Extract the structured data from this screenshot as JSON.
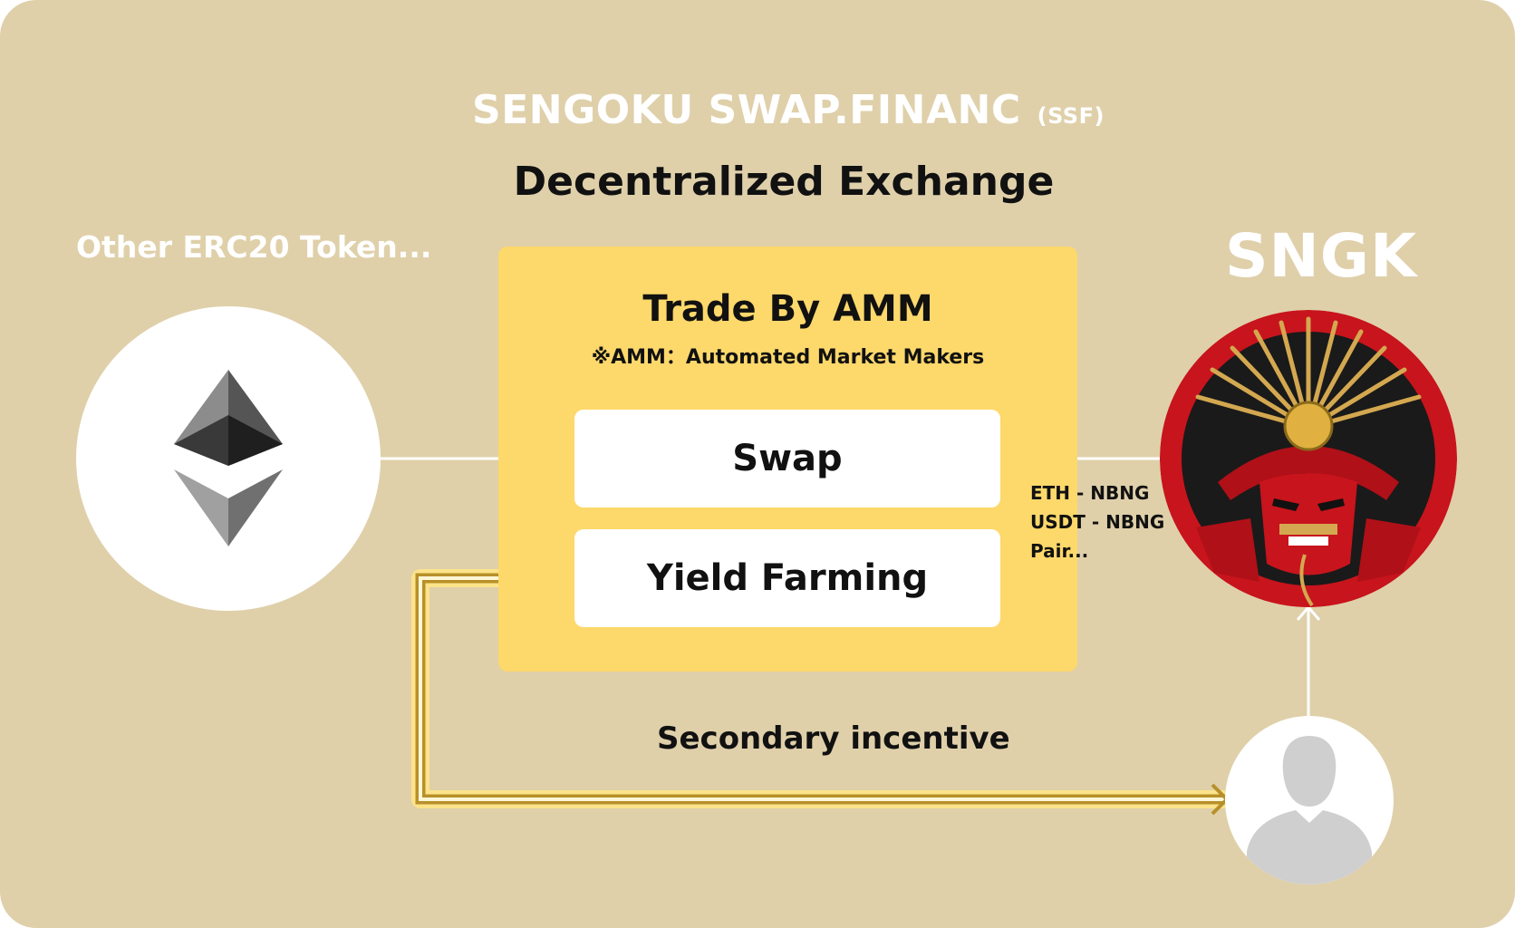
{
  "header": {
    "title": "SENGOKU SWAP.FINANC",
    "title_suffix": "(SSF)",
    "subtitle": "Decentralized Exchange"
  },
  "left_node": {
    "label": "Other ERC20 Token...",
    "icon": "ethereum-icon"
  },
  "right_node": {
    "label": "SNGK",
    "icon": "samurai-helmet-icon"
  },
  "amm": {
    "title": "Trade By AMM",
    "note": "※AMM：Automated Market Makers",
    "swap_label": "Swap",
    "farming_label": "Yield Farming"
  },
  "pairs": {
    "line1": "ETH - NBNG",
    "line2": "USDT - NBNG",
    "line3": "Pair..."
  },
  "incentive_label": "Secondary incentive",
  "user_icon": "user-avatar-icon",
  "colors": {
    "background": "#dfd0aa",
    "amm_box": "#fdd86b",
    "card": "#ffffff",
    "incentive_line": "#b8902a",
    "connector": "#ffffff"
  }
}
